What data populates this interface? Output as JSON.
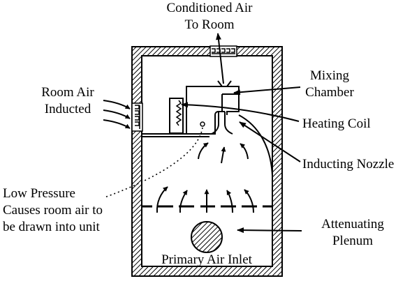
{
  "diagram": {
    "labels": {
      "conditioned_air_line1": "Conditioned Air",
      "conditioned_air_line2": "To Room",
      "room_air_line1": "Room Air",
      "room_air_line2": "Inducted",
      "mixing_line1": "Mixing",
      "mixing_line2": "Chamber",
      "heating_coil": "Heating Coil",
      "inducting_nozzle": "Inducting Nozzle",
      "low_pressure_line1": "Low Pressure",
      "low_pressure_line2": "Causes room air to",
      "low_pressure_line3": "be drawn into unit",
      "attenuating_line1": "Attenuating",
      "attenuating_line2": "Plenum",
      "primary_air_inlet": "Primary Air Inlet"
    }
  }
}
